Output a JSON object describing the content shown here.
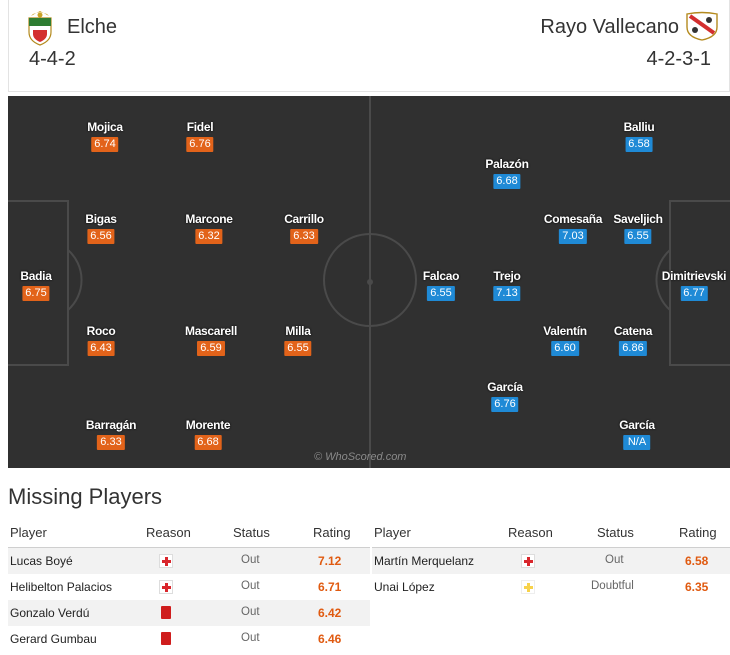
{
  "home": {
    "name": "Elche",
    "formation": "4-4-2",
    "crest_icon": "elche-crest-icon",
    "color": "#e2631a"
  },
  "away": {
    "name": "Rayo Vallecano",
    "formation": "4-2-3-1",
    "crest_icon": "rayo-crest-icon",
    "color": "#1f8ad6"
  },
  "pitch": {
    "watermark": "© WhoScored.com",
    "home_players": [
      {
        "name": "Mojica",
        "rating": "6.74"
      },
      {
        "name": "Fidel",
        "rating": "6.76"
      },
      {
        "name": "Bigas",
        "rating": "6.56"
      },
      {
        "name": "Marcone",
        "rating": "6.32"
      },
      {
        "name": "Carrillo",
        "rating": "6.33"
      },
      {
        "name": "Badia",
        "rating": "6.75"
      },
      {
        "name": "Roco",
        "rating": "6.43"
      },
      {
        "name": "Mascarell",
        "rating": "6.59"
      },
      {
        "name": "Milla",
        "rating": "6.55"
      },
      {
        "name": "Barragán",
        "rating": "6.33"
      },
      {
        "name": "Morente",
        "rating": "6.68"
      }
    ],
    "away_players": [
      {
        "name": "Balliu",
        "rating": "6.58"
      },
      {
        "name": "Palazón",
        "rating": "6.68"
      },
      {
        "name": "Comesaña",
        "rating": "7.03"
      },
      {
        "name": "Saveljich",
        "rating": "6.55"
      },
      {
        "name": "Falcao",
        "rating": "6.55"
      },
      {
        "name": "Trejo",
        "rating": "7.13"
      },
      {
        "name": "Dimitrievski",
        "rating": "6.77"
      },
      {
        "name": "Valentín",
        "rating": "6.60"
      },
      {
        "name": "Catena",
        "rating": "6.86"
      },
      {
        "name": "García",
        "rating": "6.76"
      },
      {
        "name": "García",
        "rating": "N/A"
      }
    ]
  },
  "missing": {
    "title": "Missing Players",
    "headers": {
      "player": "Player",
      "reason": "Reason",
      "status": "Status",
      "rating": "Rating"
    },
    "home": [
      {
        "player": "Lucas Boyé",
        "reason": "injury",
        "status": "Out",
        "rating": "7.12"
      },
      {
        "player": "Helibelton Palacios",
        "reason": "injury",
        "status": "Out",
        "rating": "6.71"
      },
      {
        "player": "Gonzalo Verdú",
        "reason": "red-card",
        "status": "Out",
        "rating": "6.42"
      },
      {
        "player": "Gerard Gumbau",
        "reason": "red-card",
        "status": "Out",
        "rating": "6.46"
      }
    ],
    "away": [
      {
        "player": "Martín Merquelanz",
        "reason": "injury",
        "status": "Out",
        "rating": "6.58"
      },
      {
        "player": "Unai López",
        "reason": "doubtful",
        "status": "Doubtful",
        "rating": "6.35"
      }
    ]
  }
}
